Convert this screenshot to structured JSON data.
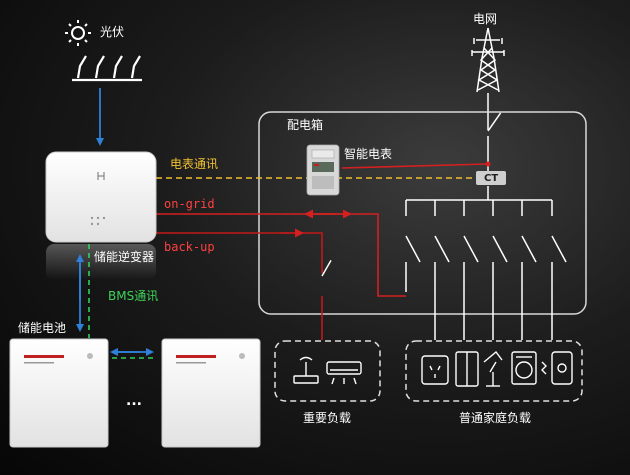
{
  "labels": {
    "pv": "光伏",
    "grid": "电网",
    "distribution_box": "配电箱",
    "smart_meter": "智能电表",
    "meter_comm": "电表通讯",
    "on_grid": "on-grid",
    "back_up": "back-up",
    "inverter": "储能逆变器",
    "bms_comm": "BMS通讯",
    "battery": "储能电池",
    "ct": "CT",
    "ellipsis": "...",
    "critical_load": "重要负载",
    "home_load": "普通家庭负载"
  },
  "colors": {
    "dc_power": "#2f80d8",
    "meter_comm": "#f0c030",
    "on_grid": "#d42020",
    "back_up": "#c41818",
    "bms_comm": "#2fd05a",
    "frame": "#d8d8d8"
  },
  "icons": [
    "sun-icon",
    "solar-panel-icon",
    "power-tower-icon",
    "smart-meter-icon",
    "inverter-icon",
    "battery-icon",
    "router-icon",
    "air-conditioner-icon",
    "socket-icon",
    "fridge-icon",
    "lamp-icon",
    "washing-machine-icon",
    "water-heater-icon"
  ]
}
